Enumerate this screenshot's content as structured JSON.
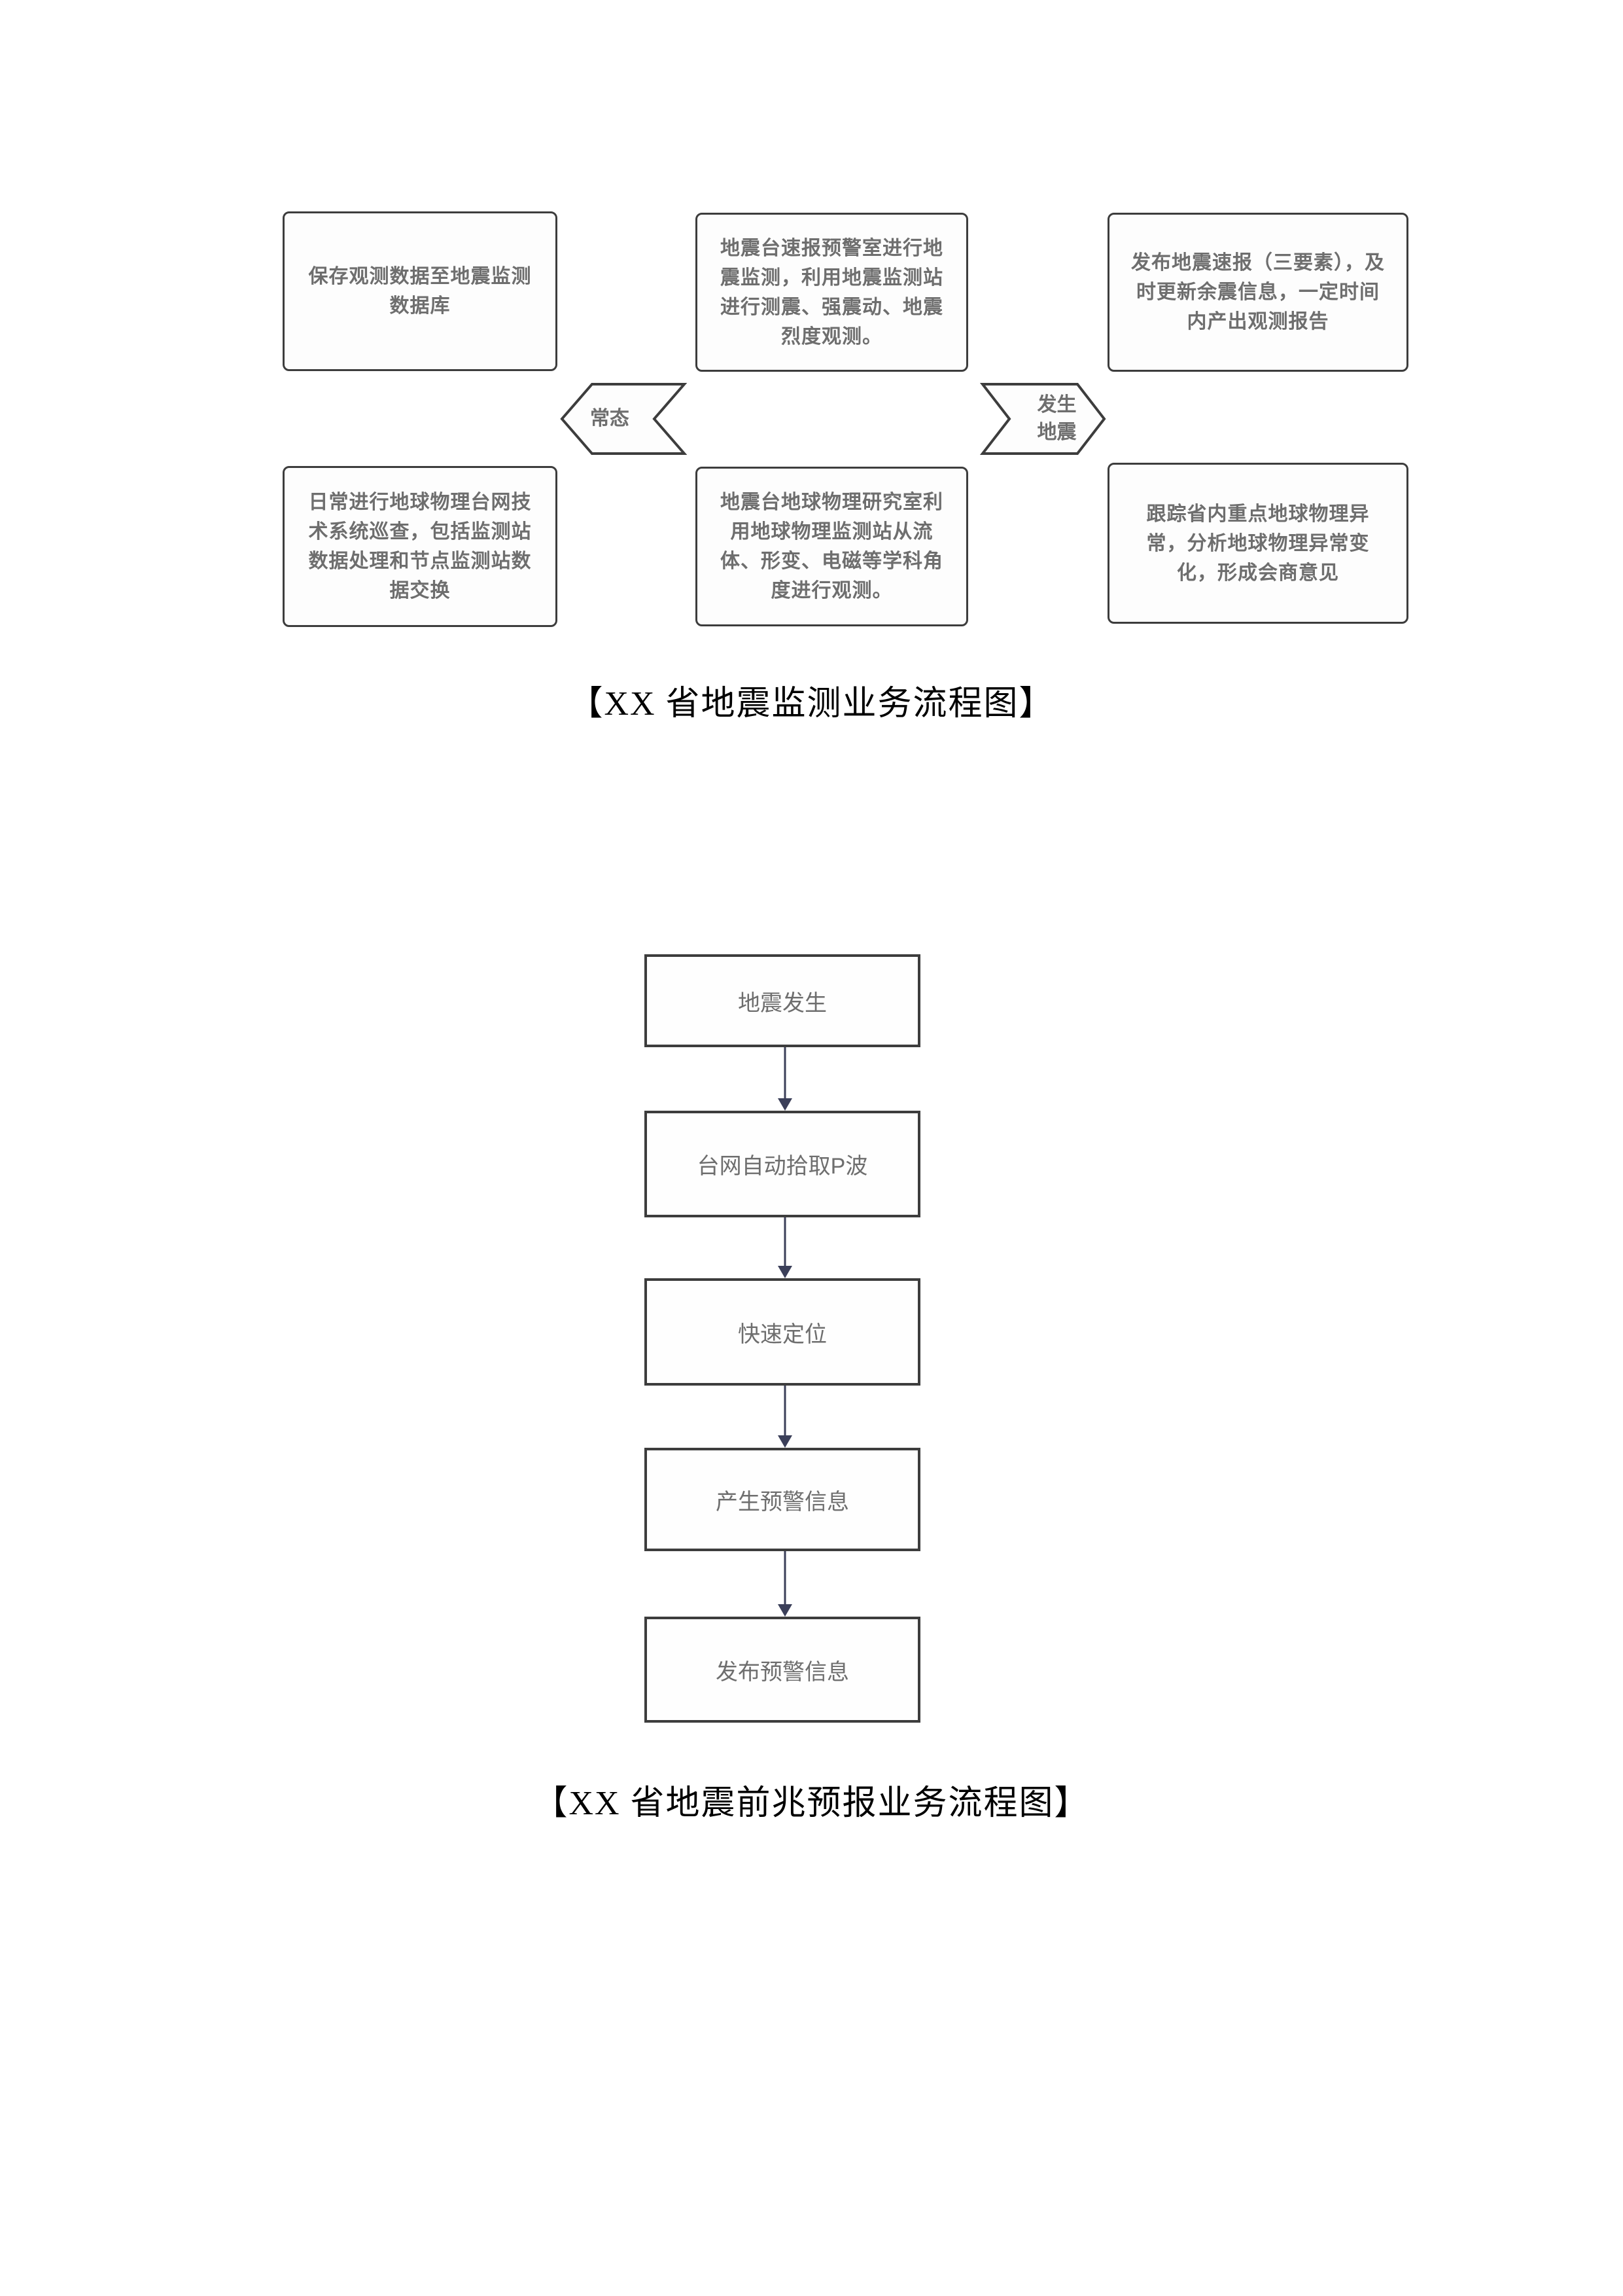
{
  "colors": {
    "box_border": "#3d3d3d",
    "box_bg": "#fdfdfd",
    "box_text": "#6e6e6e",
    "arrow": "#3b3f59",
    "caption_text": "#000000"
  },
  "diagram1": {
    "caption": "【XX 省地震监测业务流程图】",
    "boxes": {
      "top_left": "保存观测数据至地震监测数据库",
      "top_middle": "地震台速报预警室进行地震监测，利用地震监测站进行测震、强震动、地震烈度观测。",
      "top_right": "发布地震速报（三要素），及时更新余震信息，一定时间内产出观测报告",
      "bottom_left": "日常进行地球物理台网技术系统巡查，包括监测站数据处理和节点监测站数据交换",
      "bottom_middle": "地震台地球物理研究室利用地球物理监测站从流体、形变、电磁等学科角度进行观测。",
      "bottom_right": "跟踪省内重点地球物理异常，分析地球物理异常变化，形成会商意见"
    },
    "chevrons": {
      "normal": "常态",
      "earthquake": "发生地震"
    }
  },
  "diagram2": {
    "caption": "【XX 省地震前兆预报业务流程图】",
    "steps": [
      "地震发生",
      "台网自动拾取P波",
      "快速定位",
      "产生预警信息",
      "发布预警信息"
    ]
  }
}
